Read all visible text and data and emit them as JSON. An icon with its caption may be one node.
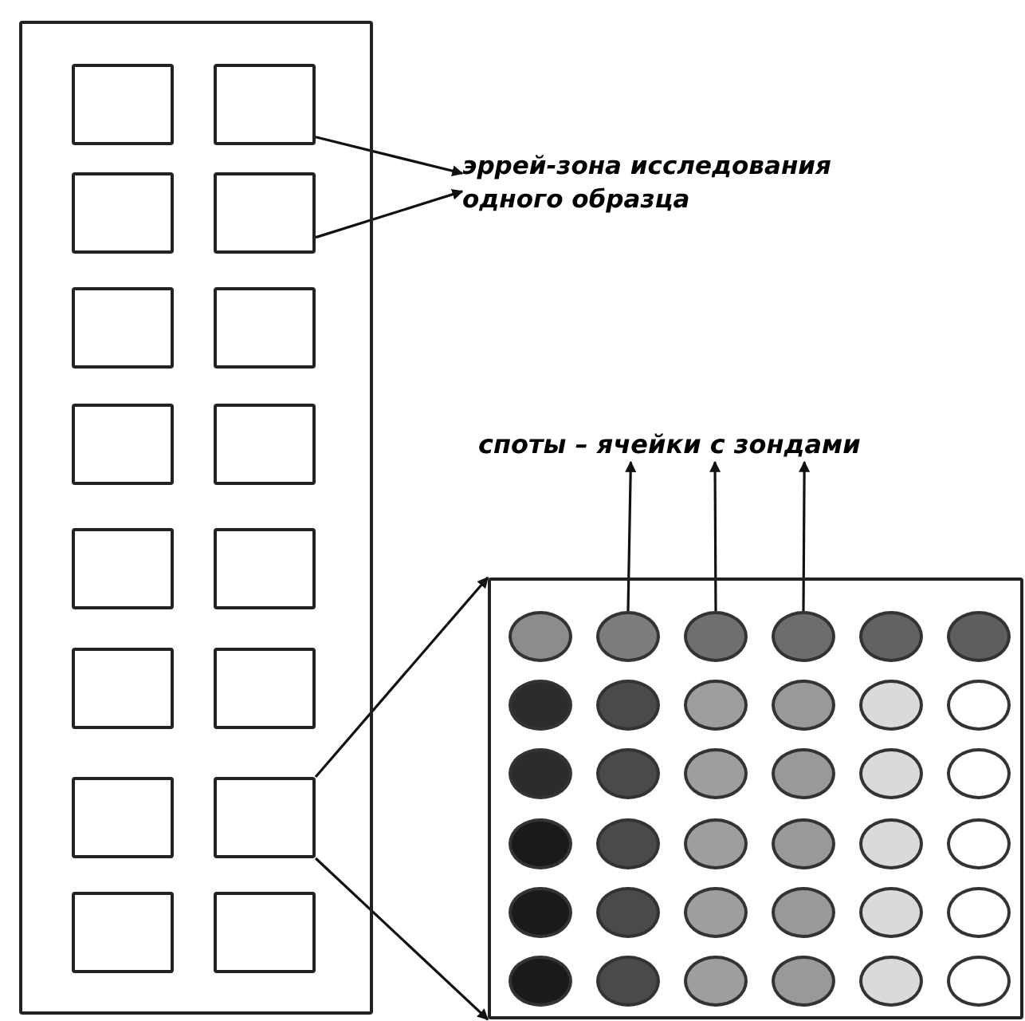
{
  "diagram": {
    "nodes": [
      {
        "text": [],
        "shape": "box"
      },
      {
        "text": [],
        "shape": "box",
        "in": 0
      },
      {
        "text": [],
        "shape": "box",
        "in": 0
      },
      {
        "text": [],
        "shape": "box",
        "in": 0
      },
      {
        "text": [],
        "shape": "box",
        "in": 0
      },
      {
        "text": [],
        "shape": "box",
        "in": 0
      },
      {
        "text": [],
        "shape": "box",
        "in": 0
      },
      {
        "text": [],
        "shape": "box",
        "in": 0
      },
      {
        "text": [],
        "shape": "box",
        "in": 0
      },
      {
        "text": [],
        "shape": "box",
        "in": 0
      },
      {
        "text": [],
        "shape": "box",
        "in": 0
      },
      {
        "text": [],
        "shape": "box",
        "in": 0
      },
      {
        "text": [],
        "shape": "box",
        "in": 0
      },
      {
        "text": [],
        "shape": "box",
        "in": 0
      },
      {
        "text": [],
        "shape": "box",
        "in": 0
      },
      {
        "text": [],
        "shape": "box",
        "in": 0
      },
      {
        "text": [],
        "shape": "box",
        "in": 0
      },
      {
        "text": [
          "эррей-зона исследования одного образца"
        ]
      },
      {
        "text": [],
        "shape": "box"
      },
      {
        "text": [],
        "shape": "circle",
        "in": 18
      },
      {
        "text": [],
        "shape": "circle",
        "in": 18
      },
      {
        "text": [],
        "shape": "circle",
        "in": 18
      },
      {
        "text": [],
        "shape": "circle",
        "in": 18
      },
      {
        "text": [],
        "shape": "circle",
        "in": 18
      },
      {
        "text": [],
        "shape": "circle",
        "in": 18
      },
      {
        "text": [],
        "shape": "circle",
        "in": 18
      },
      {
        "text": [],
        "shape": "circle",
        "in": 18
      },
      {
        "text": [],
        "shape": "circle",
        "in": 18
      },
      {
        "text": [],
        "shape": "circle",
        "in": 18
      },
      {
        "text": [],
        "shape": "circle",
        "in": 18
      },
      {
        "text": [],
        "shape": "circle",
        "in": 18
      },
      {
        "text": [],
        "shape": "circle",
        "in": 18
      },
      {
        "text": [],
        "shape": "circle",
        "in": 18
      },
      {
        "text": [],
        "shape": "circle",
        "in": 18
      },
      {
        "text": [],
        "shape": "circle",
        "in": 18
      },
      {
        "text": [],
        "shape": "circle",
        "in": 18
      },
      {
        "text": [],
        "shape": "circle",
        "in": 18
      },
      {
        "text": [],
        "shape": "circle",
        "in": 18
      },
      {
        "text": [],
        "shape": "circle",
        "in": 18
      },
      {
        "text": [],
        "shape": "circle",
        "in": 18
      },
      {
        "text": [],
        "shape": "circle",
        "in": 18
      },
      {
        "text": [],
        "shape": "circle",
        "in": 18
      },
      {
        "text": [],
        "shape": "circle",
        "in": 18
      },
      {
        "text": [],
        "shape": "circle",
        "in": 18
      },
      {
        "text": [],
        "shape": "circle",
        "in": 18
      },
      {
        "text": [],
        "shape": "circle",
        "in": 18
      },
      {
        "text": [],
        "shape": "circle",
        "in": 18
      },
      {
        "text": [],
        "shape": "circle",
        "in": 18
      },
      {
        "text": [],
        "shape": "circle",
        "in": 18
      },
      {
        "text": [],
        "shape": "circle",
        "in": 18
      },
      {
        "text": [],
        "shape": "circle",
        "in": 18
      },
      {
        "text": [],
        "shape": "circle",
        "in": 18
      },
      {
        "text": [],
        "shape": "circle",
        "in": 18
      },
      {
        "text": [],
        "shape": "circle",
        "in": 18
      },
      {
        "text": [],
        "shape": "circle",
        "in": 18
      },
      {
        "text": [
          "споты – ячейки с зондами"
        ]
      }
    ],
    "edges": [
      {
        "from": 2,
        "to": 17,
        "arrow": "to"
      },
      {
        "from": 4,
        "to": 17,
        "arrow": "to"
      },
      {
        "from": 14,
        "to": 18,
        "arrow": "to"
      },
      {
        "from": 14,
        "to": 18,
        "arrow": "to"
      },
      {
        "from": 20,
        "to": 55,
        "arrow": "to"
      },
      {
        "from": 21,
        "to": 55,
        "arrow": "to"
      },
      {
        "from": 22,
        "to": 55,
        "arrow": "to"
      }
    ]
  }
}
